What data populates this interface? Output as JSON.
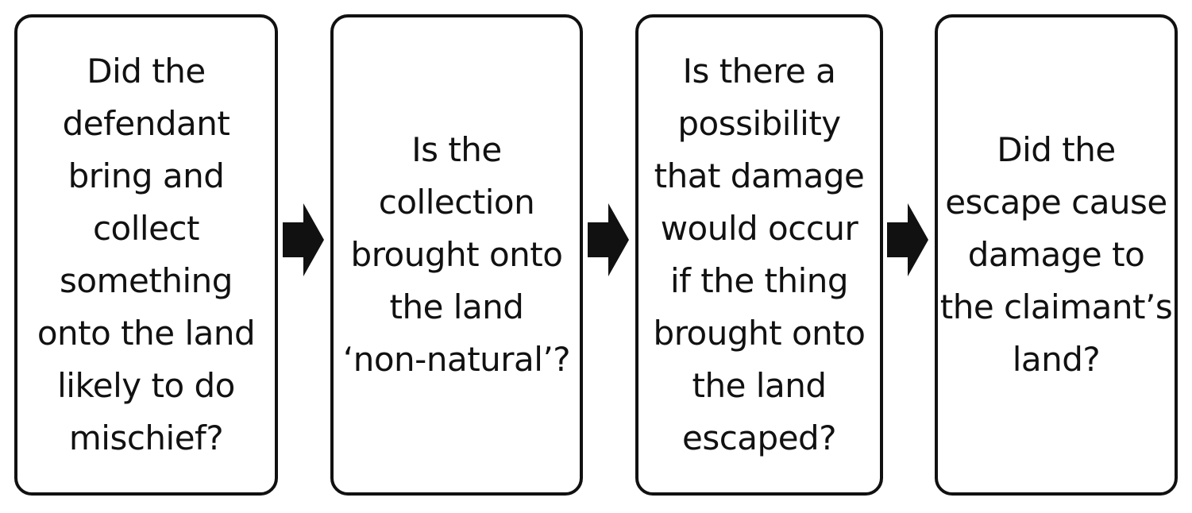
{
  "steps": [
    {
      "text": "Did the\ndefendant\nbring and\ncollect\nsomething\nonto the land\nlikely to do\nmischief?"
    },
    {
      "text": "Is the\ncollection\nbrought onto\nthe land\n‘non-natural’?"
    },
    {
      "text": "Is there a\npossibility\nthat damage\nwould occur\nif the thing\nbrought onto\nthe land\nescaped?"
    },
    {
      "text": "Did the\nescape cause\ndamage to\nthe claimant’s\nland?"
    }
  ],
  "colors": {
    "stroke": "#111111",
    "arrow": "#111111",
    "background": "#ffffff"
  },
  "icons": {
    "connector": "arrow-right-icon"
  }
}
